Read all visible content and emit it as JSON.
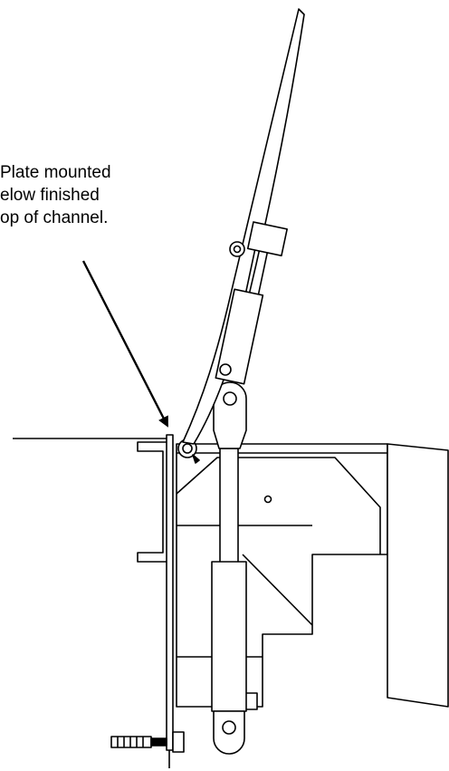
{
  "annotation": {
    "lines": [
      "Plate mounted",
      "elow finished",
      "op of channel."
    ]
  },
  "colors": {
    "line": "#000000",
    "fill": "#ffffff"
  }
}
